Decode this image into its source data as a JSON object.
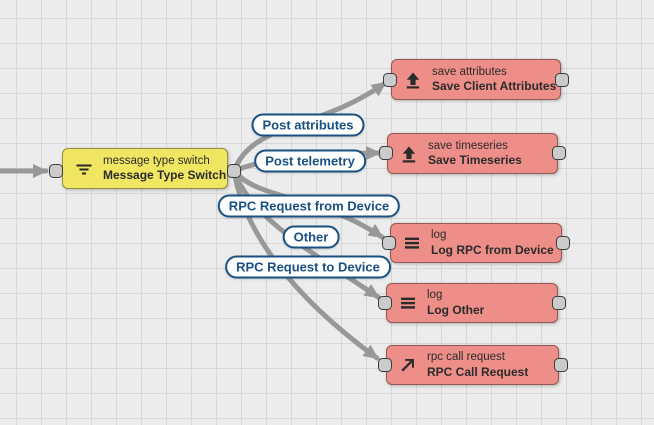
{
  "canvas": {
    "background_color": "#ececec",
    "grid_color": "#d7d7d7",
    "wire_color": "#989898",
    "edge_label_color": "#1a5083",
    "port_color": "#cbcbcb"
  },
  "nodes": [
    {
      "name": "message-type-switch",
      "icon": "filter-icon",
      "line1": "message type switch",
      "line2": "Message Type Switch",
      "fill": "#f0e662"
    },
    {
      "name": "save-client-attributes",
      "icon": "upload-icon",
      "line1": "save attributes",
      "line2": "Save Client Attributes",
      "fill": "#ee8e88"
    },
    {
      "name": "save-timeseries",
      "icon": "upload-icon",
      "line1": "save timeseries",
      "line2": "Save Timeseries",
      "fill": "#ee8e88"
    },
    {
      "name": "log-rpc-from-device",
      "icon": "menu-icon",
      "line1": "log",
      "line2": "Log RPC from Device",
      "fill": "#ee8e88"
    },
    {
      "name": "log-other",
      "icon": "menu-icon",
      "line1": "log",
      "line2": "Log Other",
      "fill": "#ee8e88"
    },
    {
      "name": "rpc-call-request",
      "icon": "call-made-icon",
      "line1": "rpc call request",
      "line2": "RPC Call Request",
      "fill": "#ee8e88"
    }
  ],
  "edge_labels": [
    {
      "text": "Post attributes"
    },
    {
      "text": "Post telemetry"
    },
    {
      "text": "RPC Request from Device"
    },
    {
      "text": "Other"
    },
    {
      "text": "RPC Request to Device"
    }
  ]
}
